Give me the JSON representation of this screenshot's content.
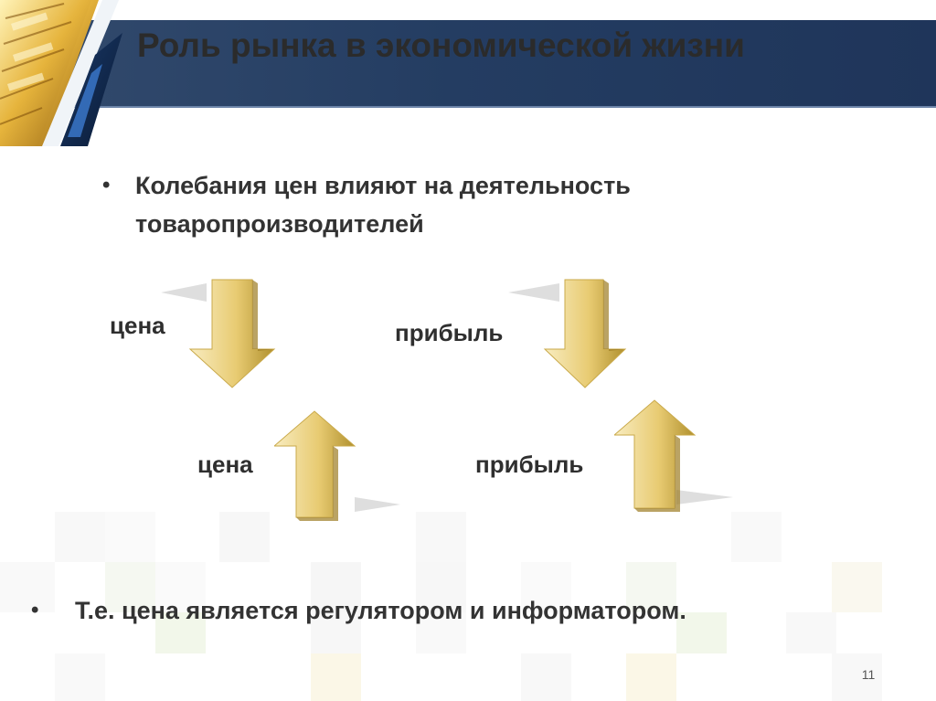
{
  "slide": {
    "title": "Роль рынка в экономической жизни",
    "bullets": [
      "Колебания цен влияют на деятельность товаропроизводителей",
      "Т.е. цена является регулятором и информатором."
    ],
    "bullet_marker": "•",
    "diagram": {
      "left_down_label": "цена",
      "right_down_label": "прибыль",
      "left_up_label": "цена",
      "right_up_label": "прибыль"
    },
    "page_number": "11"
  },
  "colors": {
    "header_bar": "#243d62",
    "arrow_light": "#f6e8b0",
    "arrow_mid": "#e2c466",
    "arrow_dark": "#a8882a",
    "text": "#333333"
  },
  "icons": {
    "corner": "gold-bars-decoration",
    "arrows": "down-arrow-icon, up-arrow-icon"
  }
}
